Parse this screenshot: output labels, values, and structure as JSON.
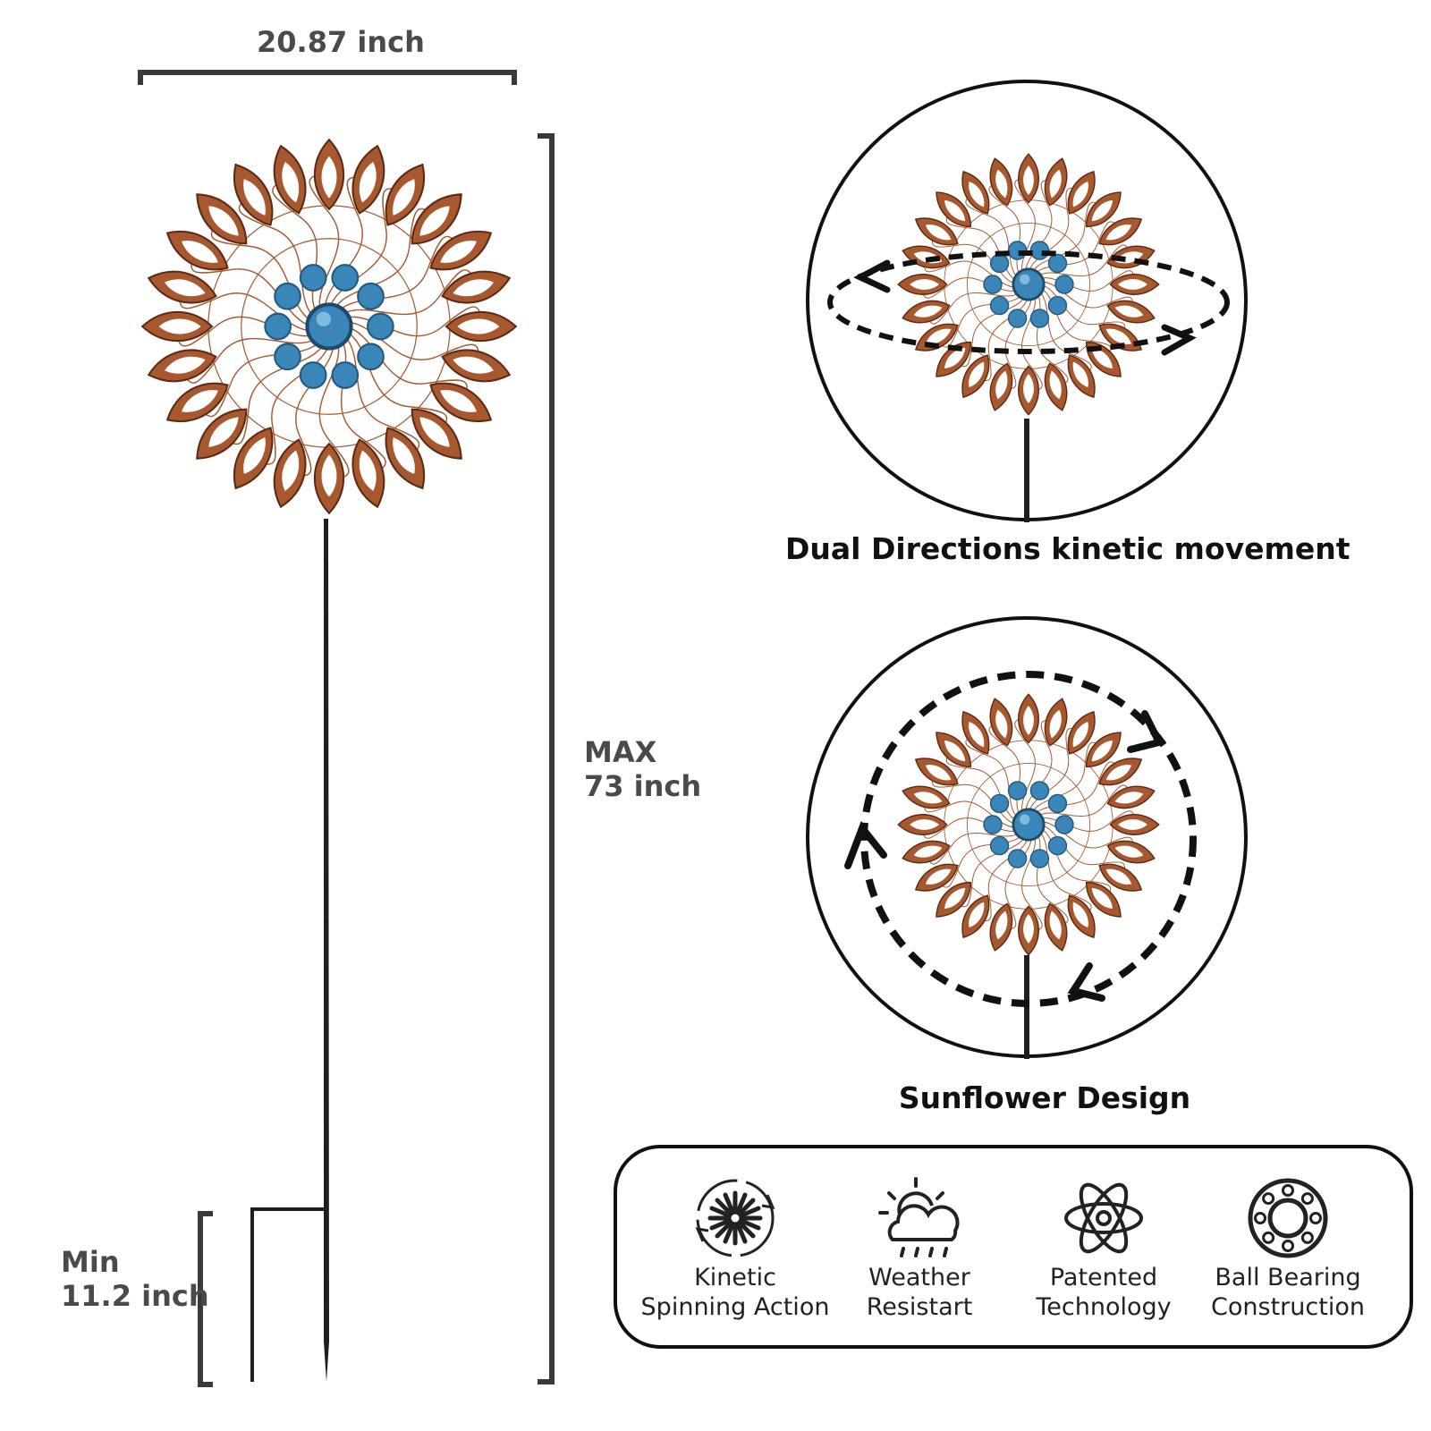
{
  "dimensions": {
    "width": "20.87 inch",
    "height_max_line1": "MAX",
    "height_max_line2": "73 inch",
    "stake_min_line1": "Min",
    "stake_min_line2": "11.2 inch"
  },
  "views": [
    {
      "caption": "Dual Directions kinetic movement"
    },
    {
      "caption": "Sunflower Design"
    }
  ],
  "features": [
    {
      "line1": "Kinetic",
      "line2": "Spinning Action",
      "icon": "kinetic-spin-icon"
    },
    {
      "line1": "Weather",
      "line2": "Resistart",
      "icon": "sun-cloud-rain-icon"
    },
    {
      "line1": "Patented",
      "line2": "Technology",
      "icon": "atom-icon"
    },
    {
      "line1": "Ball Bearing",
      "line2": "Construction",
      "icon": "ball-bearing-icon"
    }
  ],
  "colors": {
    "copper": "#a8582e",
    "copper_dark": "#5a2a14",
    "blue": "#3a86b8",
    "stem": "#1f1f1f",
    "dimension_line": "#3a3a3a"
  }
}
